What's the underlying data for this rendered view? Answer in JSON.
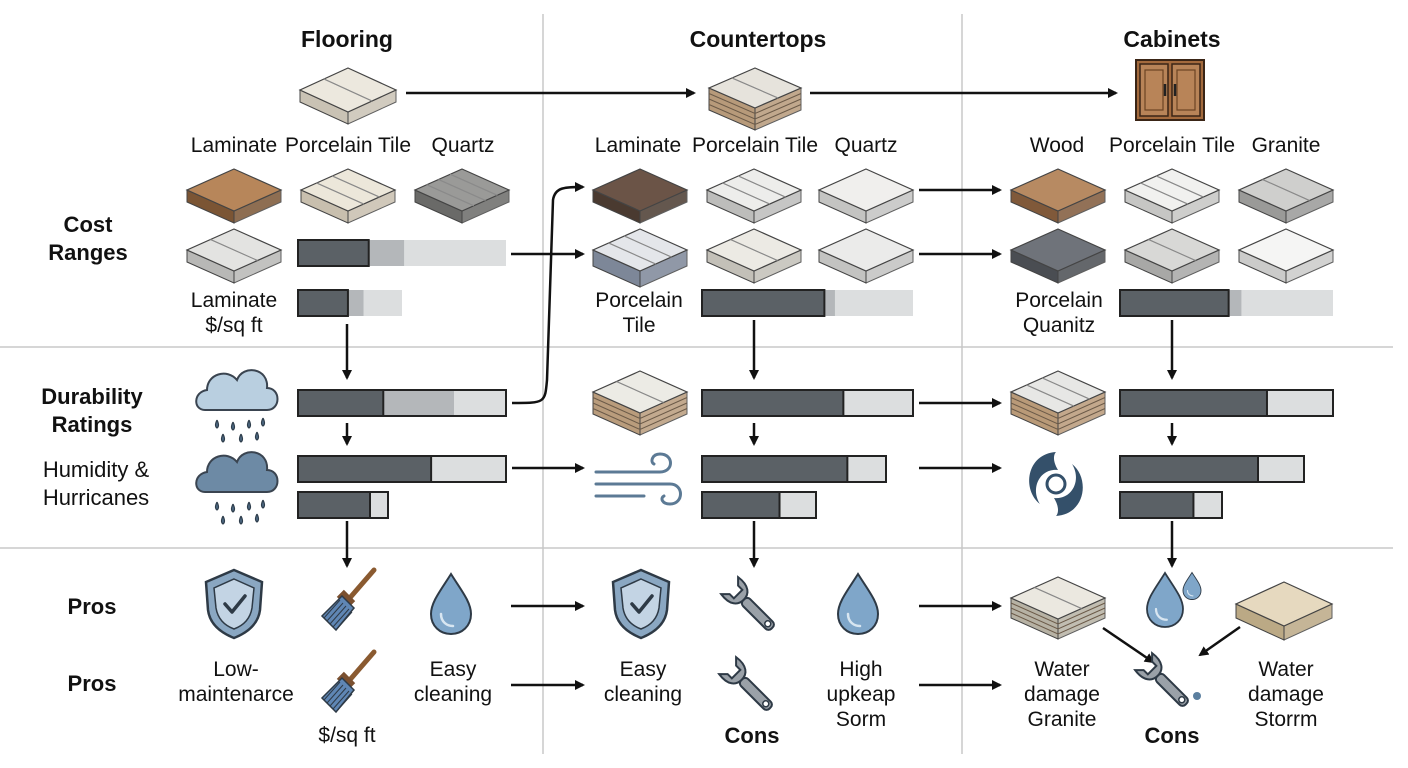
{
  "headers": [
    "Flooring",
    "Countertops",
    "Cabinets"
  ],
  "row_labels": {
    "cost": "Cost\nRanges",
    "durability": "Durability\nRatings",
    "humidity": "Humidity &\nHurricanes",
    "pros_1": "Pros",
    "pros_2": "Pros"
  },
  "material_labels": {
    "flooring": [
      "Laminate",
      "Porcelain Tile",
      "Quartz"
    ],
    "countertops": [
      "Laminate",
      "Porcelain Tile",
      "Quartz"
    ],
    "cabinets": [
      "Wood",
      "Porcelain Tile",
      "Granite"
    ]
  },
  "unit_labels": {
    "flooring": "Laminate\n$/sq ft",
    "countertops": "Porcelain\nTile",
    "cabinets": "Porcelain\nQuanitz"
  },
  "pros_cons_text": {
    "flooring": [
      "Low-\nmaintenarce",
      "$/sq ft",
      "Easy\ncleaning"
    ],
    "countertops": [
      "Easy\ncleaning",
      "Cons",
      "High\nupkeap\nSorm"
    ],
    "cabinets": [
      "Water\ndamage\nGranite",
      "Cons",
      "Water\ndamage\nStorrm"
    ]
  },
  "bar_levels": {
    "flooring": {
      "cost_a": [
        0.34,
        0.17
      ],
      "cost_b": [
        0.48,
        0.15
      ],
      "durability_1": [
        0.41,
        0.34
      ],
      "durability_2": [
        0.64
      ],
      "durability_3": [
        0.8
      ]
    },
    "countertops": {
      "cost": [
        0.58,
        0.05
      ],
      "durability_1": [
        0.67
      ],
      "durability_2": [
        0.79
      ],
      "durability_3": [
        0.68
      ]
    },
    "cabinets": {
      "cost": [
        0.51,
        0.06
      ],
      "durability_1": [
        0.69
      ],
      "durability_2": [
        0.75
      ],
      "durability_3": [
        0.72
      ]
    }
  },
  "colors": {
    "bar_dark": "#5b6166",
    "bar_mid": "#b4b7ba",
    "bar_light": "#dcdedf",
    "arrow": "#111111",
    "divider": "#c8c8c8",
    "icon_blue": "#6f8ea8",
    "wood_brown": "#a36a3d"
  },
  "icons": [
    "rain-cloud-icon",
    "wind-icon",
    "hurricane-icon",
    "shield-icon",
    "broom-icon",
    "water-drop-icon",
    "wrench-icon",
    "cabinet-icon"
  ]
}
